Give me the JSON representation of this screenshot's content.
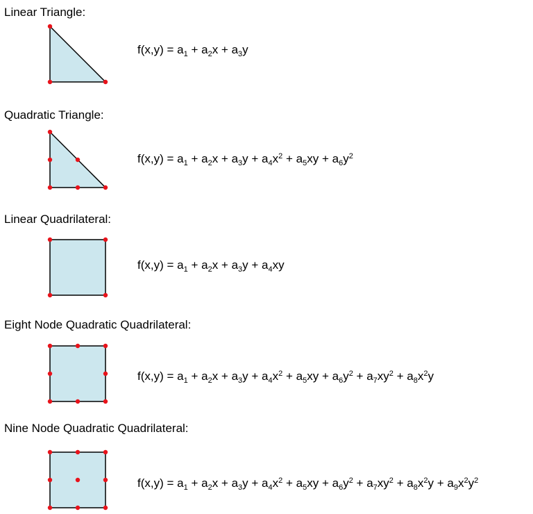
{
  "colors": {
    "fill": "#cce7ee",
    "stroke": "#000000",
    "node": "#e8131b"
  },
  "sections": [
    {
      "title": "Linear Triangle:",
      "shape": "triangle",
      "nodes": "linear",
      "equation": [
        [
          "t",
          "f(x,y) = a"
        ],
        [
          "sub",
          "1"
        ],
        [
          "t",
          " + a"
        ],
        [
          "sub",
          "2"
        ],
        [
          "t",
          "x + a"
        ],
        [
          "sub",
          "3"
        ],
        [
          "t",
          "y"
        ]
      ]
    },
    {
      "title": "Quadratic Triangle:",
      "shape": "triangle",
      "nodes": "quadratic",
      "equation": [
        [
          "t",
          "f(x,y) = a"
        ],
        [
          "sub",
          "1"
        ],
        [
          "t",
          " + a"
        ],
        [
          "sub",
          "2"
        ],
        [
          "t",
          "x + a"
        ],
        [
          "sub",
          "3"
        ],
        [
          "t",
          "y + a"
        ],
        [
          "sub",
          "4"
        ],
        [
          "t",
          "x"
        ],
        [
          "sup",
          "2"
        ],
        [
          "t",
          " + a"
        ],
        [
          "sub",
          "5"
        ],
        [
          "t",
          "xy + a"
        ],
        [
          "sub",
          "6"
        ],
        [
          "t",
          "y"
        ],
        [
          "sup",
          "2"
        ]
      ]
    },
    {
      "title": "Linear Quadrilateral:",
      "shape": "square",
      "nodes": "linear",
      "equation": [
        [
          "t",
          "f(x,y) = a"
        ],
        [
          "sub",
          "1"
        ],
        [
          "t",
          " + a"
        ],
        [
          "sub",
          "2"
        ],
        [
          "t",
          "x + a"
        ],
        [
          "sub",
          "3"
        ],
        [
          "t",
          "y + a"
        ],
        [
          "sub",
          "4"
        ],
        [
          "t",
          "xy"
        ]
      ]
    },
    {
      "title": "Eight Node Quadratic Quadrilateral:",
      "shape": "square",
      "nodes": "eight",
      "equation": [
        [
          "t",
          "f(x,y) = a"
        ],
        [
          "sub",
          "1"
        ],
        [
          "t",
          " + a"
        ],
        [
          "sub",
          "2"
        ],
        [
          "t",
          "x + a"
        ],
        [
          "sub",
          "3"
        ],
        [
          "t",
          "y + a"
        ],
        [
          "sub",
          "4"
        ],
        [
          "t",
          "x"
        ],
        [
          "sup",
          "2"
        ],
        [
          "t",
          " + a"
        ],
        [
          "sub",
          "5"
        ],
        [
          "t",
          "xy + a"
        ],
        [
          "sub",
          "6"
        ],
        [
          "t",
          "y"
        ],
        [
          "sup",
          "2"
        ],
        [
          "t",
          " + a"
        ],
        [
          "sub",
          "7"
        ],
        [
          "t",
          "xy"
        ],
        [
          "sup",
          "2"
        ],
        [
          "t",
          " + a"
        ],
        [
          "sub",
          "8"
        ],
        [
          "t",
          "x"
        ],
        [
          "sup",
          "2"
        ],
        [
          "t",
          "y"
        ]
      ]
    },
    {
      "title": "Nine Node Quadratic Quadrilateral:",
      "shape": "square",
      "nodes": "nine",
      "equation": [
        [
          "t",
          "f(x,y) = a"
        ],
        [
          "sub",
          "1"
        ],
        [
          "t",
          " + a"
        ],
        [
          "sub",
          "2"
        ],
        [
          "t",
          "x + a"
        ],
        [
          "sub",
          "3"
        ],
        [
          "t",
          "y + a"
        ],
        [
          "sub",
          "4"
        ],
        [
          "t",
          "x"
        ],
        [
          "sup",
          "2"
        ],
        [
          "t",
          " + a"
        ],
        [
          "sub",
          "5"
        ],
        [
          "t",
          "xy + a"
        ],
        [
          "sub",
          "6"
        ],
        [
          "t",
          "y"
        ],
        [
          "sup",
          "2"
        ],
        [
          "t",
          " + a"
        ],
        [
          "sub",
          "7"
        ],
        [
          "t",
          "xy"
        ],
        [
          "sup",
          "2"
        ],
        [
          "t",
          " + a"
        ],
        [
          "sub",
          "8"
        ],
        [
          "t",
          "x"
        ],
        [
          "sup",
          "2"
        ],
        [
          "t",
          "y + a"
        ],
        [
          "sub",
          "9"
        ],
        [
          "t",
          "x"
        ],
        [
          "sup",
          "2"
        ],
        [
          "t",
          "y"
        ],
        [
          "sup",
          "2"
        ]
      ]
    }
  ]
}
